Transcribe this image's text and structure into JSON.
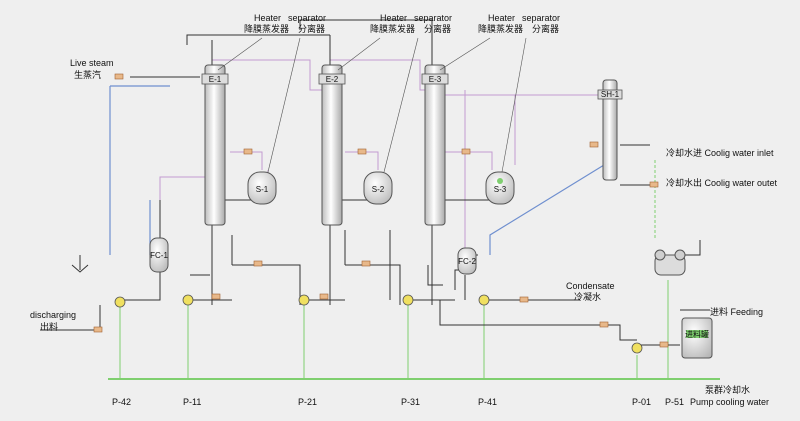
{
  "labels": {
    "heater_1": "Heater",
    "heater_1_zh": "降膜蒸发器",
    "separator_1": "separator",
    "separator_1_zh": "分离器",
    "heater_2": "Heater",
    "heater_2_zh": "降膜蒸发器",
    "separator_2": "separator",
    "separator_2_zh": "分离器",
    "heater_3": "Heater",
    "heater_3_zh": "降膜蒸发器",
    "separator_3": "separator",
    "separator_3_zh": "分离器",
    "live_steam": "Live steam",
    "live_steam_zh": "生蒸汽",
    "discharging": "discharging",
    "discharging_zh": "出料",
    "condensate": "Condensate",
    "condensate_zh": "冷凝水",
    "cooling_inlet": "冷却水进 Coolig water inlet",
    "cooling_outlet": "冷却水出 Coolig water outet",
    "feeding": "进料 Feeding",
    "pump_cooling_zh": "泵群冷却水",
    "pump_cooling": "Pump cooling water",
    "tank_label": "进料罐"
  },
  "equipment": {
    "e1": "E-1",
    "e2": "E-2",
    "e3": "E-3",
    "s1": "S-1",
    "s2": "S-2",
    "s3": "S-3",
    "sh1": "SH-1",
    "fc1": "FC-1",
    "fc2": "FC-2"
  },
  "pumps": [
    "P-42",
    "P-11",
    "P-21",
    "P-31",
    "P-41",
    "P-01",
    "P-51"
  ],
  "colors": {
    "pipe": "#333333",
    "steam": "#a0a0a0",
    "vapor": "#c39bd0",
    "cooling": "#6f8fcf",
    "pump_water": "#7fcf6f",
    "valve": "#e8b88a"
  }
}
